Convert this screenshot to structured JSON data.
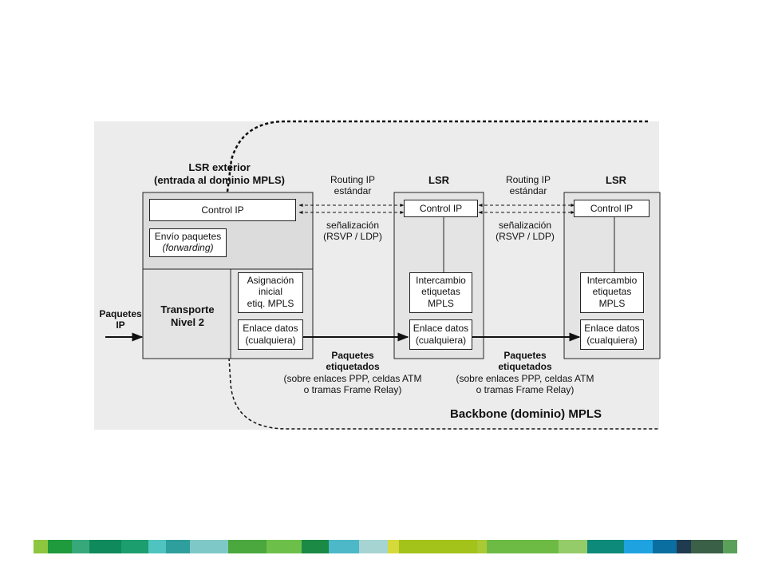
{
  "diagram": {
    "backbone_label": "Backbone (dominio) MPLS",
    "lsr_exterior": {
      "title_line1": "LSR exterior",
      "title_line2": "(entrada al dominio MPLS)",
      "control_ip": "Control IP",
      "envio_line1": "Envío paquetes",
      "envio_line2": "(forwarding)",
      "transporte_line1": "Transporte",
      "transporte_line2": "Nivel 2",
      "asignacion_line1": "Asignación",
      "asignacion_line2": "inicial",
      "asignacion_line3": "etiq. MPLS",
      "enlace_line1": "Enlace datos",
      "enlace_line2": "(cualquiera)"
    },
    "lsr_1": {
      "title": "LSR",
      "control_ip": "Control IP",
      "intercambio_line1": "Intercambio",
      "intercambio_line2": "etiquetas",
      "intercambio_line3": "MPLS",
      "enlace_line1": "Enlace datos",
      "enlace_line2": "(cualquiera)"
    },
    "lsr_2": {
      "title": "LSR",
      "control_ip": "Control IP",
      "intercambio_line1": "Intercambio",
      "intercambio_line2": "etiquetas",
      "intercambio_line3": "MPLS",
      "enlace_line1": "Enlace datos",
      "enlace_line2": "(cualquiera)"
    },
    "link_1": {
      "routing_line1": "Routing IP",
      "routing_line2": "estándar",
      "senal_line1": "señalización",
      "senal_line2": "(RSVP / LDP)",
      "paquetes_line1": "Paquetes",
      "paquetes_line2": "etiquetados",
      "sobre_line1": "(sobre enlaces PPP, celdas ATM",
      "sobre_line2": "o tramas Frame Relay)"
    },
    "link_2": {
      "routing_line1": "Routing IP",
      "routing_line2": "estándar",
      "senal_line1": "señalización",
      "senal_line2": "(RSVP / LDP)",
      "paquetes_line1": "Paquetes",
      "paquetes_line2": "etiquetados",
      "sobre_line1": "(sobre enlaces PPP, celdas ATM",
      "sobre_line2": "o tramas Frame Relay)"
    },
    "input": {
      "line1": "Paquetes",
      "line2": "IP"
    }
  },
  "footer_strip_colors": [
    "#8dc63f",
    "#1f9a3c",
    "#36a87a",
    "#0f8a5c",
    "#1d9e6e",
    "#4fc3c0",
    "#2e9f9c",
    "#7fc8c8",
    "#4aa83e",
    "#6cc04a",
    "#1b8a45",
    "#4cb8c8",
    "#a6d4d2",
    "#d6d93a",
    "#a3c21a",
    "#a9c935",
    "#6dbb45",
    "#95cc6a",
    "#0e8a7a",
    "#1fa3e0",
    "#0a6fa0",
    "#203a4f",
    "#3a6048",
    "#5aa05a"
  ]
}
